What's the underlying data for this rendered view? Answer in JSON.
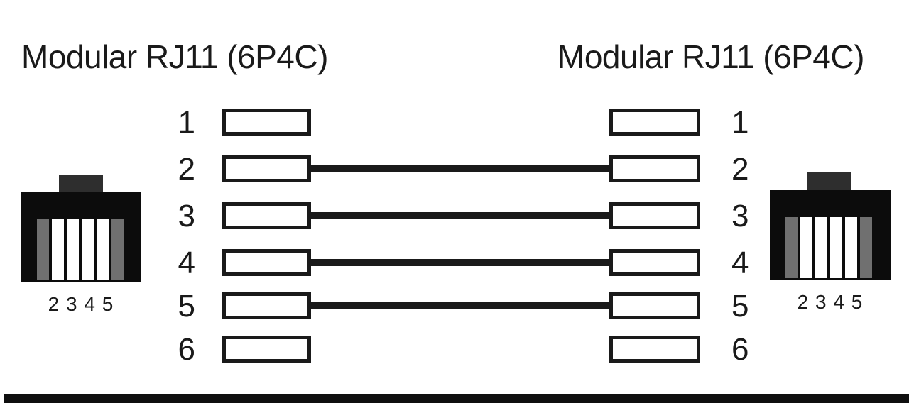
{
  "titles": {
    "left": "Modular RJ11 (6P4C)",
    "right": "Modular RJ11 (6P4C)"
  },
  "connectors": {
    "left": {
      "pins_label": "2 3 4 5"
    },
    "right": {
      "pins_label": "2 3 4 5"
    }
  },
  "pins": [
    {
      "number": "1",
      "connected": false
    },
    {
      "number": "2",
      "connected": true
    },
    {
      "number": "3",
      "connected": true
    },
    {
      "number": "4",
      "connected": true
    },
    {
      "number": "5",
      "connected": true
    },
    {
      "number": "6",
      "connected": false
    }
  ],
  "wiring": {
    "type": "straight-through",
    "connections": [
      [
        "2",
        "2"
      ],
      [
        "3",
        "3"
      ],
      [
        "4",
        "4"
      ],
      [
        "5",
        "5"
      ]
    ]
  },
  "colors": {
    "ink": "#1a1a1a",
    "connector_body": "#0c0c0c",
    "connector_tab": "#2e2e2e",
    "slot_gray": "#707070",
    "slot_white": "#ffffff",
    "bottom_bar": "#0f0f0f"
  }
}
